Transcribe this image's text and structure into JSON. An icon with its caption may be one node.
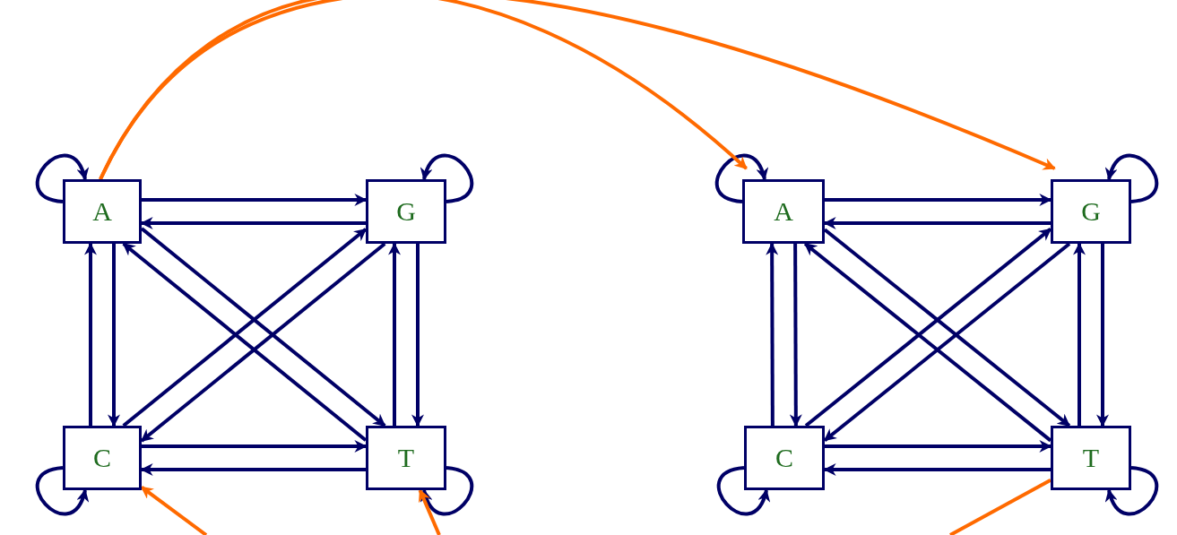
{
  "diagram": {
    "nodes": [
      {
        "text": [
          "A"
        ]
      },
      {
        "text": [
          "G"
        ]
      },
      {
        "text": [
          "C"
        ]
      },
      {
        "text": [
          "T"
        ]
      },
      {
        "text": [
          "A"
        ]
      },
      {
        "text": [
          "G"
        ]
      },
      {
        "text": [
          "C"
        ]
      },
      {
        "text": [
          "T"
        ]
      }
    ],
    "edges": [
      {
        "from": 0,
        "to": 0,
        "arrow": "to"
      },
      {
        "from": 1,
        "to": 1,
        "arrow": "to"
      },
      {
        "from": 2,
        "to": 2,
        "arrow": "to"
      },
      {
        "from": 3,
        "to": 3,
        "arrow": "to"
      },
      {
        "from": 0,
        "to": 1,
        "arrow": "to"
      },
      {
        "from": 1,
        "to": 0,
        "arrow": "to"
      },
      {
        "from": 0,
        "to": 2,
        "arrow": "to"
      },
      {
        "from": 2,
        "to": 0,
        "arrow": "to"
      },
      {
        "from": 1,
        "to": 3,
        "arrow": "to"
      },
      {
        "from": 3,
        "to": 1,
        "arrow": "to"
      },
      {
        "from": 2,
        "to": 3,
        "arrow": "to"
      },
      {
        "from": 3,
        "to": 2,
        "arrow": "to"
      },
      {
        "from": 0,
        "to": 3,
        "arrow": "to"
      },
      {
        "from": 3,
        "to": 0,
        "arrow": "to"
      },
      {
        "from": 1,
        "to": 2,
        "arrow": "to"
      },
      {
        "from": 2,
        "to": 1,
        "arrow": "to"
      },
      {
        "from": 4,
        "to": 4,
        "arrow": "to"
      },
      {
        "from": 5,
        "to": 5,
        "arrow": "to"
      },
      {
        "from": 6,
        "to": 6,
        "arrow": "to"
      },
      {
        "from": 7,
        "to": 7,
        "arrow": "to"
      },
      {
        "from": 4,
        "to": 5,
        "arrow": "to"
      },
      {
        "from": 5,
        "to": 4,
        "arrow": "to"
      },
      {
        "from": 4,
        "to": 6,
        "arrow": "to"
      },
      {
        "from": 6,
        "to": 4,
        "arrow": "to"
      },
      {
        "from": 5,
        "to": 7,
        "arrow": "to"
      },
      {
        "from": 7,
        "to": 5,
        "arrow": "to"
      },
      {
        "from": 6,
        "to": 7,
        "arrow": "to"
      },
      {
        "from": 7,
        "to": 6,
        "arrow": "to"
      },
      {
        "from": 4,
        "to": 7,
        "arrow": "to"
      },
      {
        "from": 7,
        "to": 4,
        "arrow": "to"
      },
      {
        "from": 5,
        "to": 6,
        "arrow": "to"
      },
      {
        "from": 6,
        "to": 5,
        "arrow": "to"
      },
      {
        "from": 0,
        "to": 4,
        "arrow": "to",
        "color": "#ff6a00"
      },
      {
        "from": 0,
        "to": 5,
        "arrow": "to",
        "color": "#ff6a00"
      },
      {
        "from": null,
        "to": 2,
        "arrow": "to",
        "color": "#ff6a00"
      },
      {
        "from": null,
        "to": 3,
        "arrow": "to",
        "color": "#ff6a00"
      },
      {
        "from": 7,
        "to": null,
        "arrow": "none",
        "color": "#ff6a00"
      }
    ]
  }
}
